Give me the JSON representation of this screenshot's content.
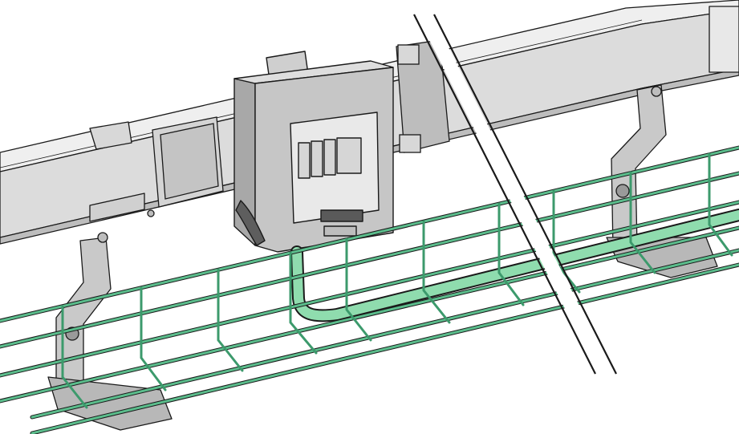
{
  "illustration": {
    "kind": "technical installation drawing",
    "components": [
      "busbar-trunking",
      "enclosure-with-circuit-breakers",
      "wire-mesh-cable-tray",
      "support-brackets",
      "cable"
    ]
  },
  "colors": {
    "background": "#ffffff",
    "outline": "#1a1a1a",
    "metal_light": "#e6e6e6",
    "metal_mid": "#cfcfcf",
    "metal_dark": "#9a9a9a",
    "enclosure_body": "#c8c8c8",
    "enclosure_dark": "#8e8e8e",
    "tray_green": "#5bbd8c",
    "tray_green_dark": "#3c9a6c",
    "cable_green": "#8fdcae"
  }
}
